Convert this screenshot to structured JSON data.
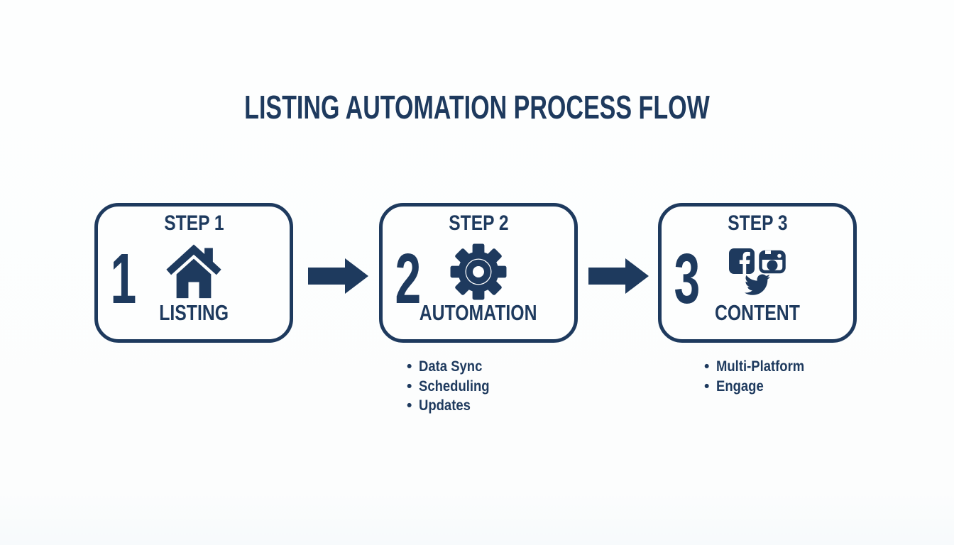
{
  "title": "LISTING AUTOMATION PROCESS FLOW",
  "bullet_char": "•",
  "colors": {
    "navy": "#1e3a5e",
    "background": "#fdfefe"
  },
  "steps": [
    {
      "label": "STEP 1",
      "number": "1",
      "name": "LISTING",
      "icon": "house-icon",
      "bullets": []
    },
    {
      "label": "STEP 2",
      "number": "2",
      "name": "AUTOMATION",
      "icon": "gear-icon",
      "bullets": [
        "Data Sync",
        "Scheduling",
        "Updates"
      ]
    },
    {
      "label": "STEP 3",
      "number": "3",
      "name": "CONTENT",
      "icon": "social-media-icons",
      "bullets": [
        "Multi-Platform",
        "Engage"
      ]
    }
  ]
}
